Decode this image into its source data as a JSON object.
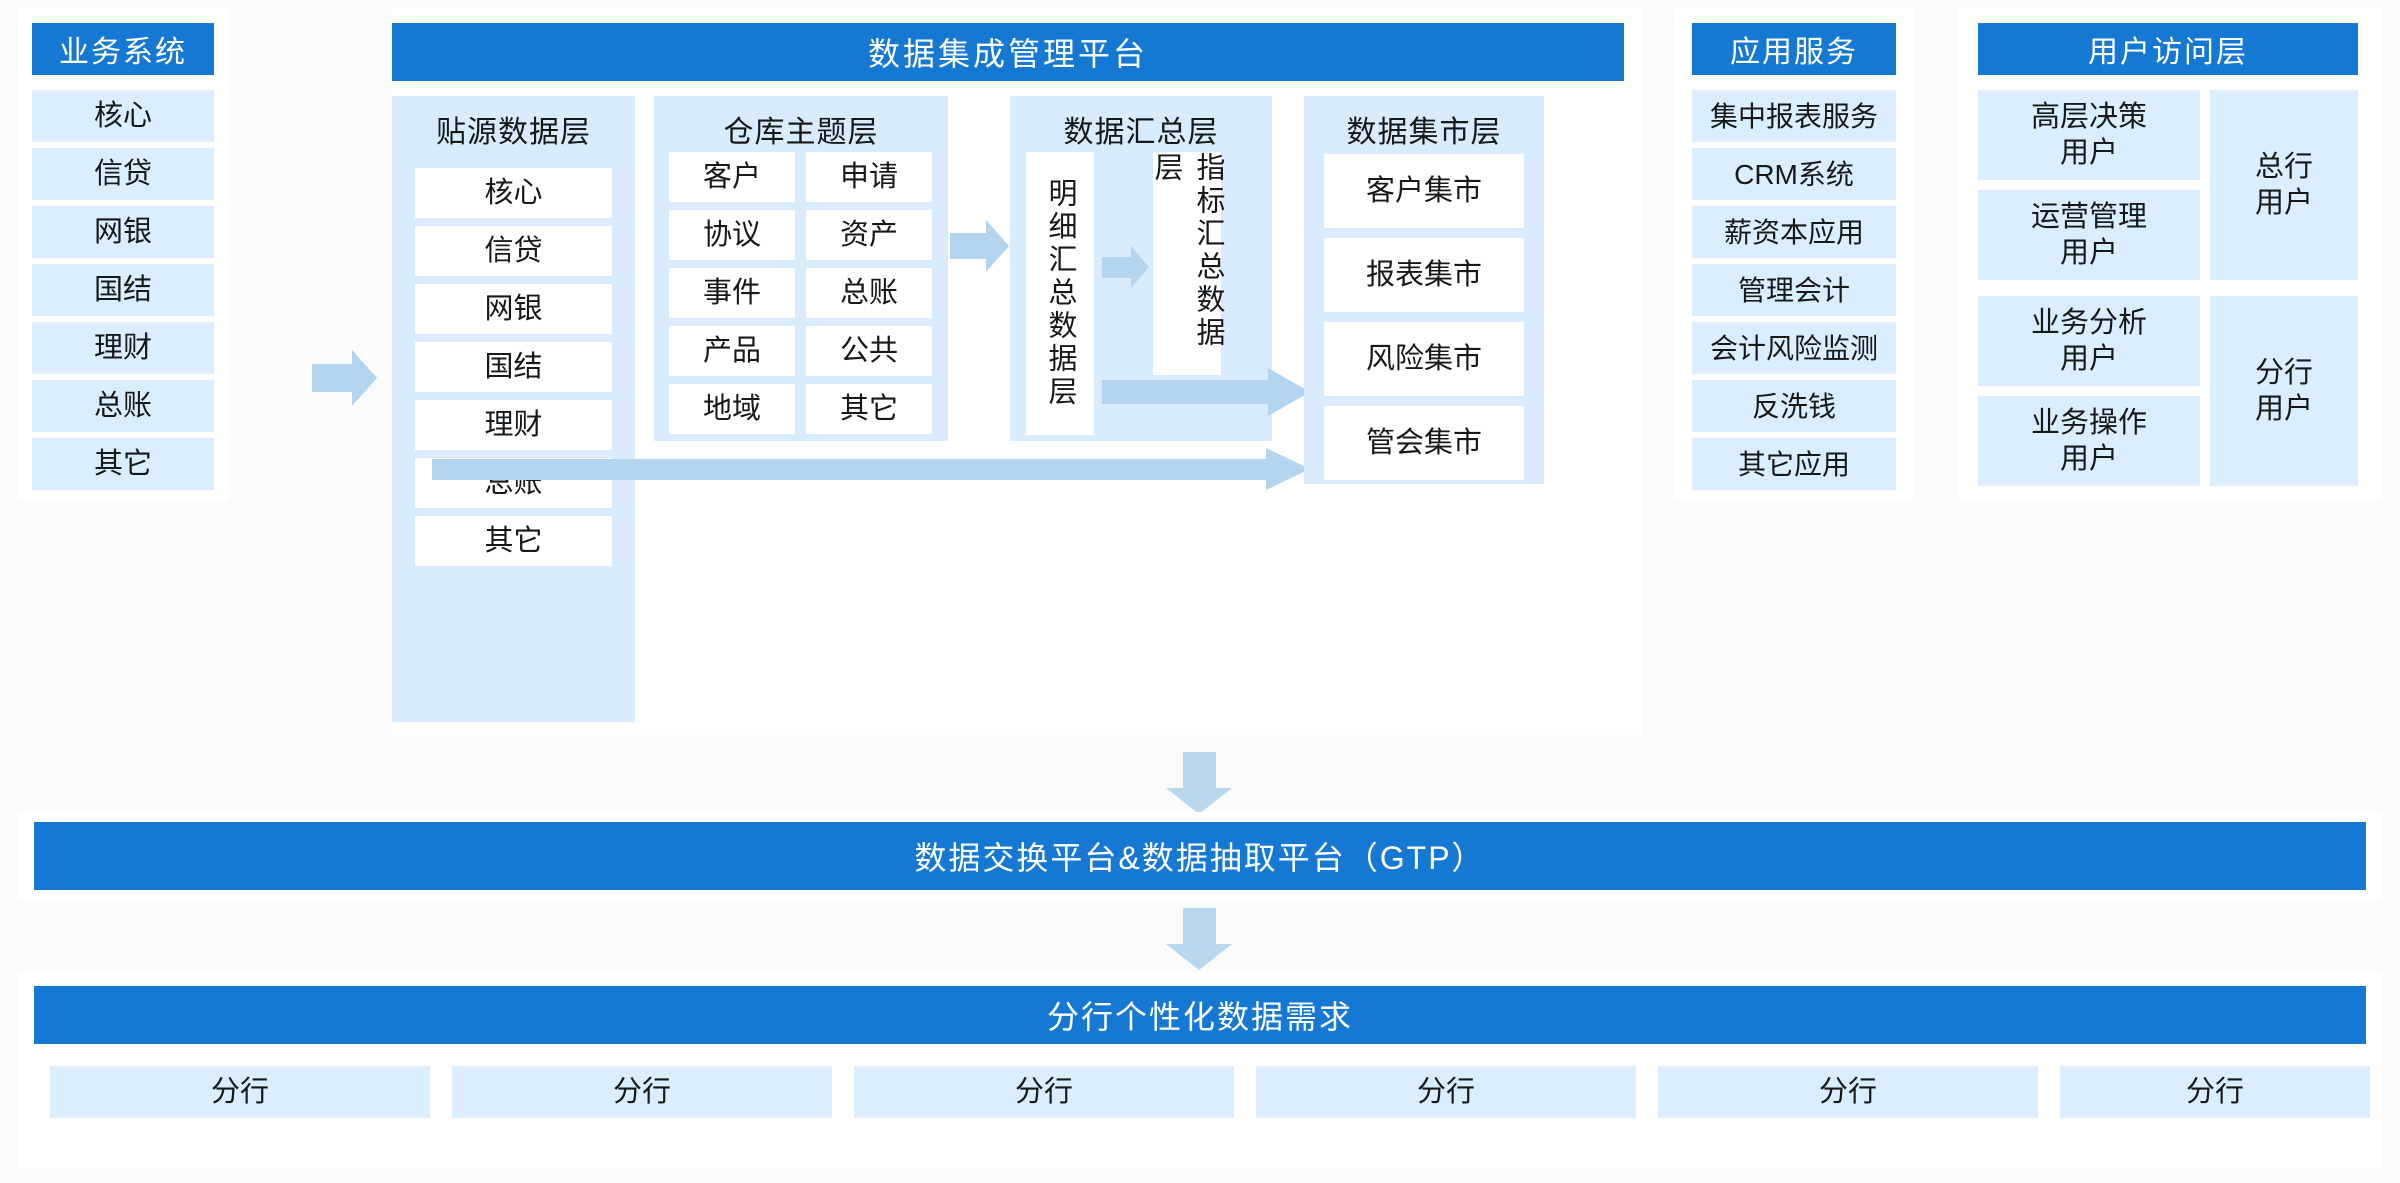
{
  "business_systems": {
    "title": "业务系统",
    "items": [
      "核心",
      "信贷",
      "网银",
      "国结",
      "理财",
      "总账",
      "其它"
    ]
  },
  "platform": {
    "title": "数据集成管理平台",
    "source_layer": {
      "title": "贴源数据层",
      "items": [
        "核心",
        "信贷",
        "网银",
        "国结",
        "理财",
        "总账",
        "其它"
      ]
    },
    "warehouse_layer": {
      "title": "仓库主题层",
      "col1": [
        "客户",
        "协议",
        "事件",
        "产品",
        "地域"
      ],
      "col2": [
        "申请",
        "资产",
        "总账",
        "公共",
        "其它"
      ]
    },
    "summary_layer": {
      "title": "数据汇总层",
      "detail_box": "明细汇总数据层",
      "index_box": "指标汇总数据层"
    },
    "mart_layer": {
      "title": "数据集市层",
      "items": [
        "客户集市",
        "报表集市",
        "风险集市",
        "管会集市"
      ]
    }
  },
  "app_services": {
    "title": "应用服务",
    "items": [
      "集中报表服务",
      "CRM系统",
      "薪资本应用",
      "管理会计",
      "会计风险监测",
      "反洗钱",
      "其它应用"
    ]
  },
  "user_access": {
    "title": "用户访问层",
    "left_items": [
      "高层决策\n用户",
      "运营管理\n用户",
      "业务分析\n用户",
      "业务操作\n用户"
    ],
    "right_items": [
      "总行\n用户",
      "分行\n用户"
    ]
  },
  "exchange_bar": {
    "title": "数据交换平台&数据抽取平台（GTP）"
  },
  "branch_section": {
    "title": "分行个性化数据需求",
    "items": [
      "分行",
      "分行",
      "分行",
      "分行",
      "分行",
      "分行"
    ]
  },
  "colors": {
    "brand_blue": "#1578d2",
    "cell_blue": "#dbeeff",
    "group_blue": "#d9ecfd",
    "arrow_blue": "#b4d5ef",
    "page_bg": "#fbfbfb"
  }
}
